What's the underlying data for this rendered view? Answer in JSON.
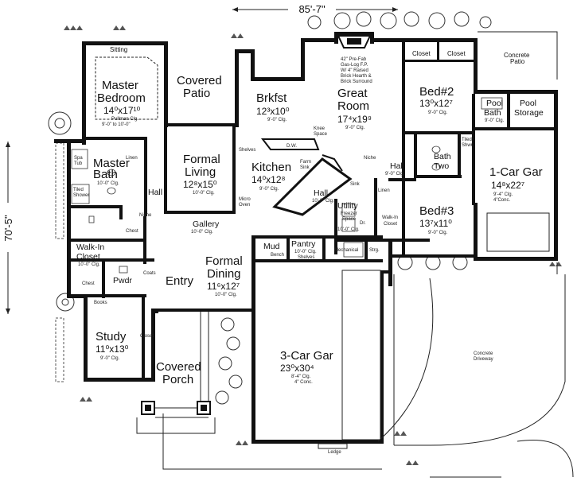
{
  "overall": {
    "width": "85'-7\"",
    "depth": "70'-5\""
  },
  "rooms": {
    "master_bedroom": {
      "name1": "Master",
      "name2": "Bedroom",
      "size": "14⁰x17¹⁰",
      "note1": "Pullman Clg.",
      "note2": "9'-0\" to 10'-0\""
    },
    "sitting": "Sitting",
    "covered_patio": {
      "name1": "Covered",
      "name2": "Patio"
    },
    "brkfst": {
      "name": "Brkfst",
      "size": "12³x10⁰",
      "note": "9'-0\" Clg."
    },
    "great_room": {
      "name1": "Great",
      "name2": "Room",
      "size": "17⁴x19⁹",
      "note": "9'-0\" Clg.",
      "fp1": "42\" Pre-Fab",
      "fp2": "Gas-Log F.P.",
      "fp3": "W/ 4\" Raised",
      "fp4": "Brick Hearth &",
      "fp5": "Brick Surround"
    },
    "bed2": {
      "name": "Bed#2",
      "size": "13⁰x12⁷",
      "note": "9'-0\" Clg."
    },
    "closet_a": "Closet",
    "closet_b": "Closet",
    "concrete_patio": {
      "l1": "Concrete",
      "l2": "Patio"
    },
    "pool_bath": {
      "l1": "Pool",
      "l2": "Bath",
      "note": "9'-0\" Clg."
    },
    "pool_storage": {
      "l1": "Pool",
      "l2": "Storage"
    },
    "master_bath": {
      "name1": "Master",
      "name2": "Bath",
      "note": "10'-0\" Clg."
    },
    "spa_tub": {
      "l1": "Spa",
      "l2": "Tub"
    },
    "tiled_shower": {
      "l1": "Tiled",
      "l2": "Shower"
    },
    "linen_mb": "Linen",
    "hall_a": "Hall",
    "formal_living": {
      "name1": "Formal",
      "name2": "Living",
      "size": "12⁸x15⁰",
      "note": "10'-0\" Clg."
    },
    "kitchen": {
      "name": "Kitchen",
      "size": "14⁰x12⁸",
      "note": "9'-0\" Clg."
    },
    "knee_space": {
      "l1": "Knee",
      "l2": "Space"
    },
    "dw": "D.W.",
    "farm_sink": {
      "l1": "Farm",
      "l2": "Sink"
    },
    "shelves_k": "Shelves",
    "micro_oven": {
      "l1": "Micro",
      "l2": "Oven"
    },
    "niche_a": "Niche",
    "hall_b": {
      "name": "Hall",
      "note": "10'-0\" Clg."
    },
    "hall_c": {
      "name": "Hall",
      "note": "9'-0\" Clg."
    },
    "bath_two": {
      "l1": "Bath",
      "l2": "Two"
    },
    "tiled_shwr": {
      "l1": "Tiled",
      "l2": "Shwr."
    },
    "one_car_gar": {
      "name": "1-Car Gar",
      "size": "14⁸x22⁷",
      "note1": "9'-4\" Clg.",
      "note2": "4\"Conc."
    },
    "bed3": {
      "name": "Bed#3",
      "size": "13⁷x11⁰",
      "note": "9'-0\" Clg."
    },
    "walk_in_b3": {
      "l1": "Walk-In",
      "l2": "Closet"
    },
    "linen_h": "Linen",
    "utility": {
      "name": "Utility",
      "note1": "Freezer",
      "note2": "Space",
      "note3": "10'-0\" Clg.",
      "sink": "Sink",
      "dr": "Dr."
    },
    "chest_a": "Chest",
    "niche_b": "Niche",
    "gallery": {
      "name": "Gallery",
      "note": "10'-0\" Clg."
    },
    "walk_in_master": {
      "l1": "Walk-In",
      "l2": "Closet",
      "note": "10'-0\" Clg."
    },
    "mud": "Mud",
    "bench": "Bench",
    "pantry": {
      "name": "Pantry",
      "note": "10'-0\" Clg.",
      "shelves": "Shelves"
    },
    "mechanical": "Mechanical",
    "strg": "Strg.",
    "formal_dining": {
      "name1": "Formal",
      "name2": "Dining",
      "size": "11⁶x12⁷",
      "note": "10'-0\" Clg."
    },
    "coats": "Coats",
    "pwdr": "Pwdr",
    "chest_b": "Chest",
    "entry": "Entry",
    "books": "Books",
    "study": {
      "name": "Study",
      "size": "11⁰x13⁰",
      "note": "9'-0\" Clg."
    },
    "closet_study": "Closet",
    "covered_porch": {
      "name1": "Covered",
      "name2": "Porch"
    },
    "three_car_gar": {
      "name": "3-Car Gar",
      "size": "23⁰x30⁴",
      "note1": "8'-4\" Clg.",
      "note2": "4\" Conc."
    },
    "ledge": "Ledge",
    "concrete_driveway": {
      "l1": "Concrete",
      "l2": "Driveway"
    }
  }
}
